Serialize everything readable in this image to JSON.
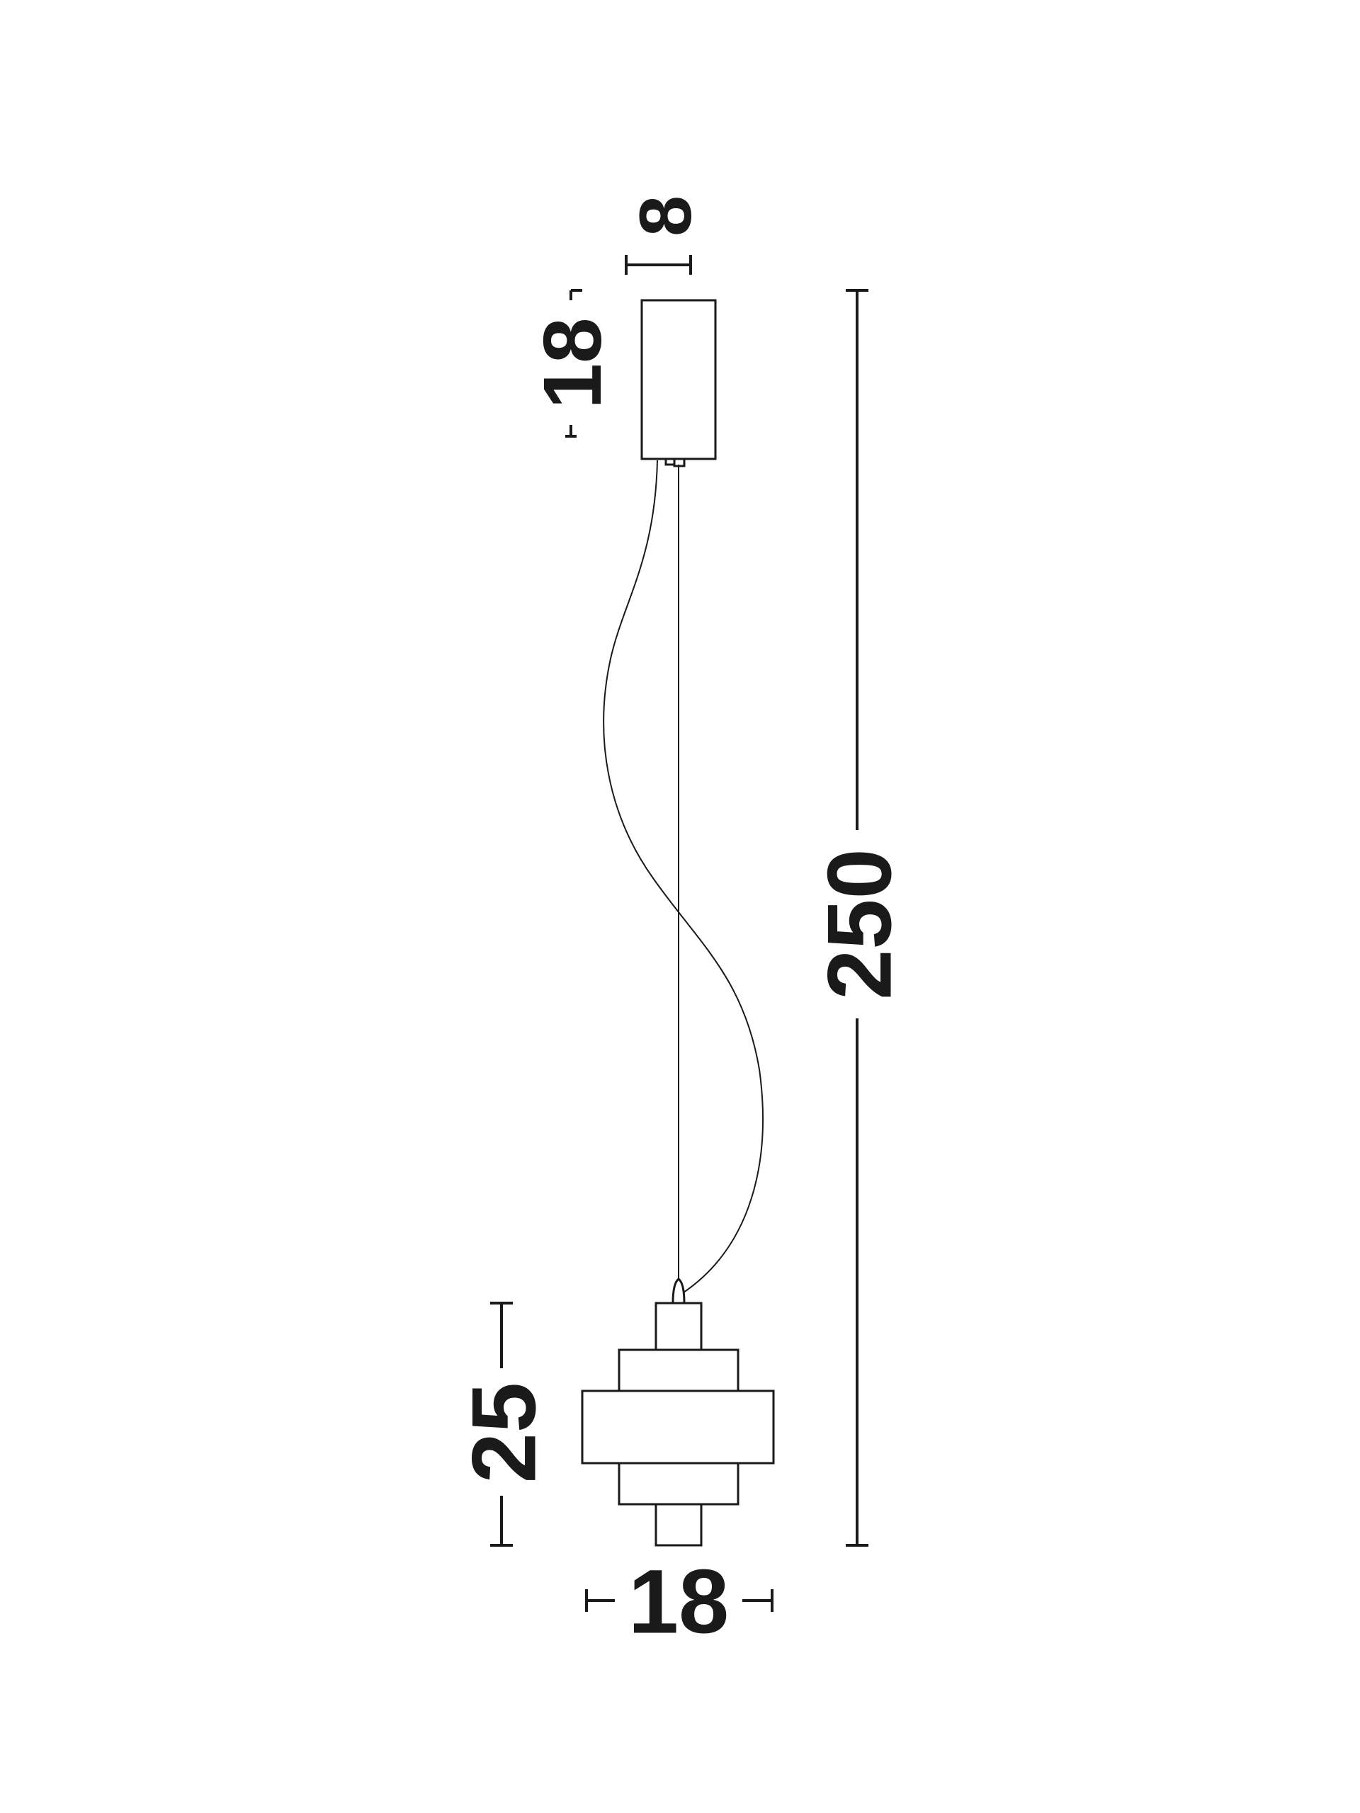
{
  "dimensions": {
    "canopy_width": "8",
    "canopy_height": "18",
    "total_height": "250",
    "shade_height": "25",
    "shade_width": "18"
  },
  "colors": {
    "line": "#1a1a1a",
    "background": "#ffffff"
  }
}
